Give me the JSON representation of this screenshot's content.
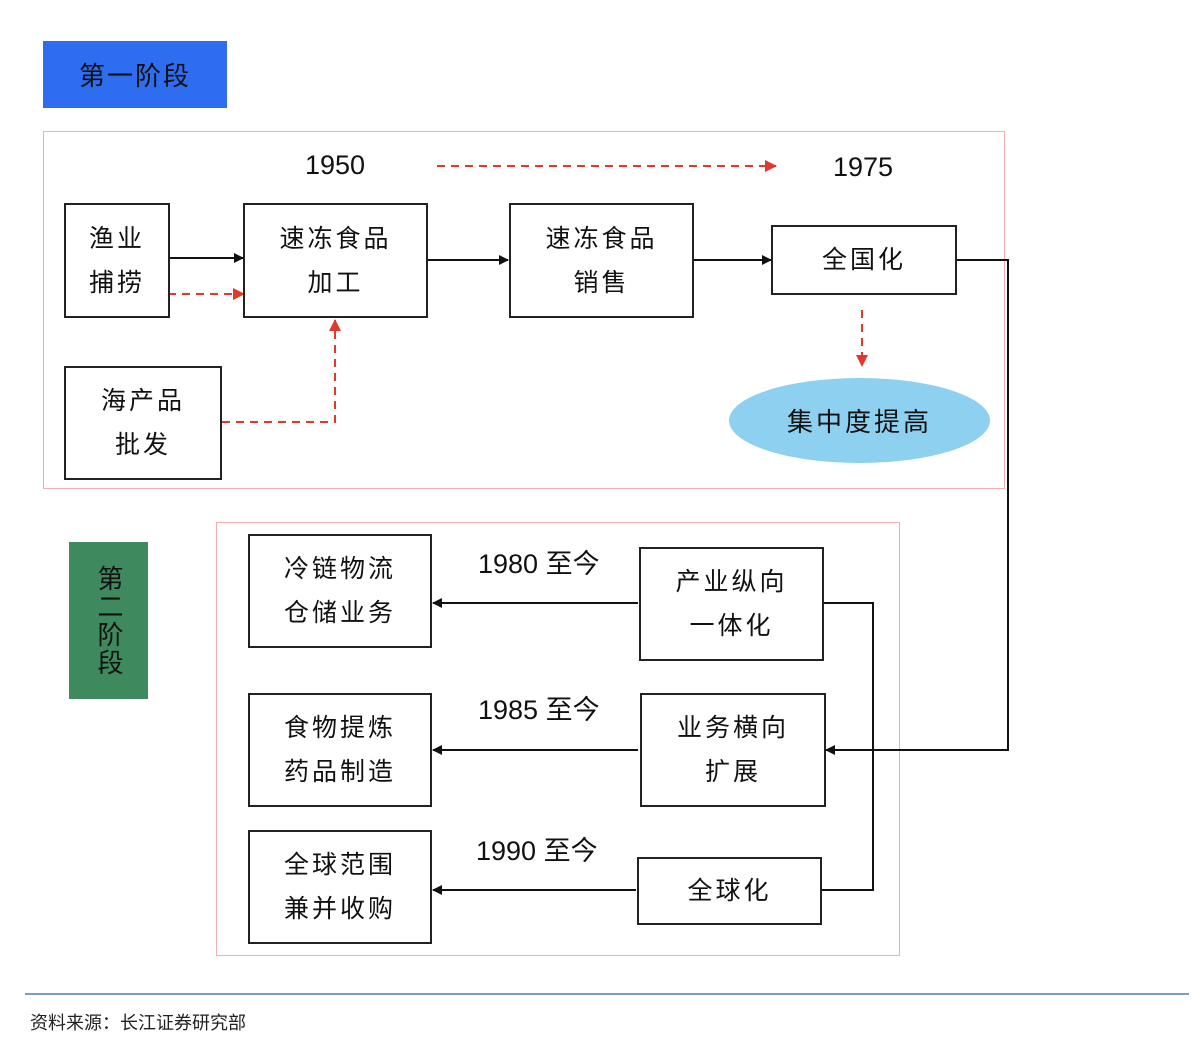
{
  "stage1": {
    "label": "第一阶段"
  },
  "stage2": {
    "label": "第二阶段"
  },
  "phase1": {
    "year_start": "1950",
    "year_end": "1975",
    "fishing": [
      "渔业",
      "捕捞"
    ],
    "seafood_wholesale": [
      "海产品",
      "批发"
    ],
    "frozen_processing": [
      "速冻食品",
      "加工"
    ],
    "frozen_sales": [
      "速冻食品",
      "销售"
    ],
    "nationalization": "全国化",
    "concentration": "集中度提高"
  },
  "phase2": {
    "rows": [
      {
        "year": "1980 至今",
        "driver": [
          "产业纵向",
          "一体化"
        ],
        "outcome": [
          "冷链物流",
          "仓储业务"
        ]
      },
      {
        "year": "1985 至今",
        "driver": [
          "业务横向",
          "扩展"
        ],
        "outcome": [
          "食物提炼",
          "药品制造"
        ]
      },
      {
        "year": "1990 至今",
        "driver": [
          "全球化"
        ],
        "outcome": [
          "全球范围",
          "兼并收购"
        ]
      }
    ]
  },
  "footer": {
    "source": "资料来源：长江证券研究部"
  },
  "colors": {
    "stage1_bg": "#2f6df0",
    "stage2_bg": "#3e8a5e",
    "ellipse": "#8ed0ef",
    "dashed_arrow": "#e03a2e",
    "frame": "#f0b0b0"
  }
}
